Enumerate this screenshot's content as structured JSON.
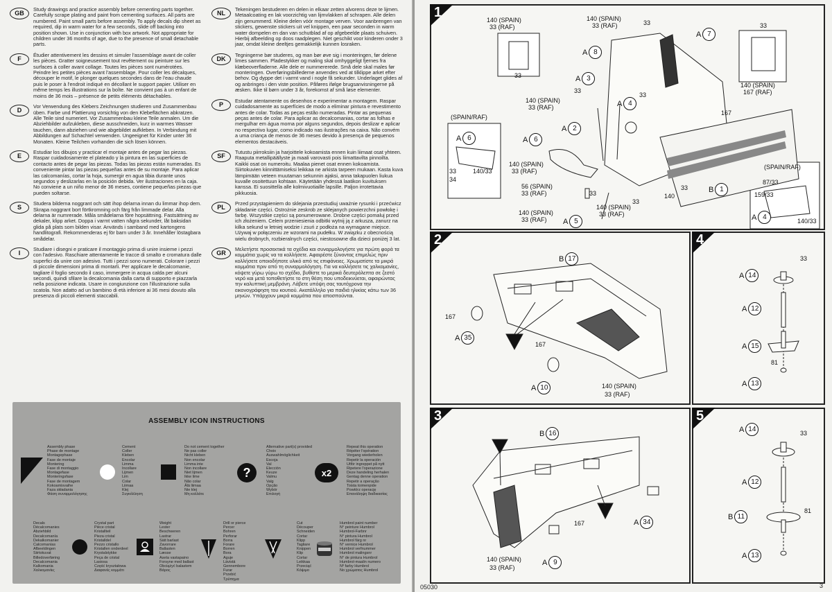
{
  "instructions": [
    {
      "code": "GB",
      "text": "Study drawings and practice assembly before cementing parts together. Carefully scrape plating and paint from cementing surfaces. All parts are numbered. Paint small parts before assembly. To apply decals dip sheet as required, dip in warm water for a few seconds, slide off backing into position shown. Use in conjunction with box artwork. Not appropriate for children under 36 months of age, due to the presence of small detachable parts."
    },
    {
      "code": "F",
      "text": "Étudier attentivement les dessins et simuler l'assemblage avant de coller les pièces. Gratter soigneusement tout revêtement ou peinture sur les surfaces à coller avant collage. Toutes les pièces sont numérotées. Peindre les petites pièces avant l'assemblage. Pour coller les décalques, découper le motif, le plonger quelques secondes dans de l'eau chaude puis le poser à l'endroit indiqué en décollant le support papier. Utiliser en même temps les illustrations sur la boîte. Ne convient pas à un enfant de moins de 36 mois – présence de petits éléments détachables."
    },
    {
      "code": "D",
      "text": "Vor Verwendung des Klebers Zeichnungen studieren und Zusammenbau üben. Farbe und Plattierung vorsichtig von den Klebeflächen abkratzen. Alle Teile sind numeriert. Vor Zusammenbau kleine Teile anmalen. Um die Abziehbilder aufzukleben, diese ausschneiden, kurz in warmes Wasser tauchen, dann abziehen und wie abgebildet aufkleben. In Verbindung mit Abbildungen auf Schachtel verwenden. Ungeeignet für Kinder unter 36 Monaten. Kleine Teilchen vorhanden die sich lösen können."
    },
    {
      "code": "E",
      "text": "Estudiar los dibujos y practicar el montaje antes de pegar las piezas. Raspar cuidadosamente el plateado y la pintura en las superficies de contacto antes de pegar las piezas. Todas las piezas están numeradas. Es conveniente pintar las piezas pequeñas antes de su montaje. Para aplicar las calcomanías, cortar la hoja, sumergir en agua tibia durante unos segundos y deslizarlas en la posición debida. Ver ilustraciones en la caja. No conviene a un niño menor de 36 meses, contiene pequeñas piezas que pueden soltarse."
    },
    {
      "code": "S",
      "text": "Studera bilderna noggrant och sätt ihop delarna innan du limmar ihop dem. Skrapa noggrant bort förtkromning och färg från limmade delar. Alla delarna är numrerade. Måla smådelarna före hopsättning. Fastsättning av dekaler, klipp arket. Doppa i varmt vatten några sekunder, låt baksidan glida på plats som bilden visar. Används i samband med kartongens handlitografi. Rekommenderas ej för barn under 3 år. Innehåller löstagbara smådelar."
    },
    {
      "code": "I",
      "text": "Studiare i disegni e praticare il montaggio prima di unire insieme i pezzi con l'adesivo. Raschiare attentamente le tracce di smalto e cromatura dalle superfici da unire con adesivo. Tutti i pezzi sono numerati. Colorare i pezzi di piccole dimensioni prima di montarli. Per applicare le decalcomanie, tagliare il foglio secondo il caso, immergere in acqua calda per alcuni secondi, quindi sfilare la decalcomania dalla carta di supporto e piazzarla nella posizione indicata. Usare in congiunzione con l'illustrazione sulla scatola. Non adatto ad un bambino di età inferiore ai 36 mesi dovuto alla presenza di piccoli elementi staccabili."
    },
    {
      "code": "NL",
      "text": "Tekeningen bestuderen en delen in elkaar zetten alvorens deze te lijmen. Metaalcoating en lak voorzichtig van lijmvlakken af schrapen. Alle delen zijn genummerd. Kleine delen vóór montage verven. Voor aanbrengen van stickers, gewenste stickers uit vel knippen, een paar seconden in warm water dompelen en dan van schutblad af op afgebeelde plaats schuiven. Hierbij afbeelding op doos raadplegen. Niet geschikt voor kinderen onder 3 jaar, omdat kleine deeltjes gemakkelijk kunnen losraken."
    },
    {
      "code": "DK",
      "text": "Tegningerne bør studeres, og man bør øve sig i monteringen, før delene limes sammen. Pladestykker og maling skal omhyggeligt fjernes fra klæbeoverfladerne. Alle dele er nummererede. Små dele skal males før monteringen. Overføringsbillederne anvendes ved at tilklippe arket efter behov. Og dyppe det i varmt vand i nogle få sekunder. Underlaget glides af og anbringes i den viste position. Påføres ifølge brugsanvisningerne på æsken. Ikke til børn under 3 år, forekomst af små løse elementer."
    },
    {
      "code": "P",
      "text": "Estudar atentamente os desenhos e experimentar a montagem. Raspar cuidadosamente as superfícies de modo a eliminar pintura e revestimento antes de colar. Todas as peças estão numeradas. Pintar as pequenas peças antes de colar. Para aplicar as decalcomanias, cortar as folhas e mergulhar em água morna por alguns segundos, depois deslizar e aplicar no respectivo lugar, como indicado nas ilustrações na caixa. Não convém a uma criança de menos de 36 meses devido à presença de pequenos elementos destacáveis."
    },
    {
      "code": "SF",
      "text": "Tutustu piirroksiin ja harjoittele kokoamista ennen kuin liimaat osat yhteen. Raaputa metallipäällyste ja maali varovasti pois liimattavilta pinnoilta. Kaikki osat on numeroitu. Maalaa pienet osat ennen kokoamista. Siirtokuvien kiinnittämiseksi leikkaa ne arkista tarpeen mukaan. Kasta kuva lämpimään veteen muutaman sekunnin ajaksi, anna takapuolen liukua kuvalle osoitettuun kohtaan. Käytetään yhdessä laatikon kuvituksen kanssa. Ei suosittella alle kolmivuotiaille lapsille. Paljon irrotettavia pikkuosia."
    },
    {
      "code": "PL",
      "text": "Przed przystąpieniem do sklejania przestudiuj uważnie rysunki i przećwicz składanie części. Ostrożnie zeskrob ze sklejanych powierzchni powłokę i farbę. Wszystkie części są ponumerowane. Drobne części pomaluj przed ich złożeniem. Celem przeniesienia odbitki wytnij ją z arkusza, zanurz na kilka sekund w letniej wodzie i zsuń z podłoża na wymagane miejsce. Używaj w połączeniu ze wzorami na pudełku. W związku z obecnością wielu drobnych, rozbieralnych części, niestosowne dla dzieci poniżej 3 lat."
    },
    {
      "code": "GR",
      "text": "Μελετήστε προσεκτικά τα σχέδια και συναρμολογήστε για πρώτη φορά τα κομμάτια χωρίς να τα κολλήσετε. Αφαιρέστε ξύνοντας επιμελώς πριν κολλήσετε οποιοδήποτε υλικό από τις επιφάνειες. Χρωματίστε τα μικρά κομμάτια πριν από τη συναρμολόγηση. Για να κολλήσετε τις χαλκομανίες, κόψετε γύρω γύρω το σχέδιο, βυθίστε το μερικά δευτερόλεπτα σε ζεστό νερό και μετά τοποθετήστε το στη θέση που υποδεικνύεται, αφαιρώντας την καλυπτική μεμβράνη. Λάβετε υπόψη σας ταυτόχρονα την εικονογράφηση του κουτιού. Ακατάλληλο για παιδιά ηλικίας κάτω των 36 μηνών. Υπάρχουν μικρά κομμάτια που αποσπούνται."
    }
  ],
  "icon_box": {
    "title": "ASSEMBLY ICON INSTRUCTIONS",
    "row1": [
      {
        "icon": "black-triangle-icon",
        "lines": [
          "Assembly phase",
          "Phase de montage",
          "Montagephase",
          "Fase de montaje",
          "Montering",
          "Fase di montaggio",
          "Montagefase",
          "Monteringsfase",
          "Fase de montagem",
          "Kokoamisvaihe",
          "Faza składania",
          "Φάση συναρμολόγησης"
        ]
      },
      {
        "icon": "white-circle-icon",
        "lines": [
          "Cement",
          "Coller",
          "Kleben",
          "Encolar",
          "Limma",
          "Incollare",
          "Lijmen",
          "Lim",
          "Colar",
          "Liimaa",
          "Klej",
          "Συγκόλληση"
        ]
      },
      {
        "icon": "black-square-icon",
        "lines": [
          "Do not cement together",
          "Ne pas coller",
          "Nicht kleben",
          "Non encolar",
          "Limma inte",
          "Non incollare",
          "Niet lijmen",
          "Ikke lime",
          "Não colar",
          "Älä liimaa",
          "Nie klej",
          "Μη κολλάτε"
        ]
      },
      {
        "icon": "question-mark-icon",
        "lines": [
          "Alternative part(s) provided",
          "Choix",
          "Auswahlmöglichkeit",
          "Escoja",
          "Val",
          "Elección",
          "Keuze",
          "Valmu",
          "Valg",
          "Opção",
          "Wybór",
          "Επιλογή"
        ]
      },
      {
        "icon": "repeat-x2-icon",
        "label": "x2",
        "lines": [
          "Repeat this operation",
          "Répéter l'opération",
          "Vorgang wiederholen",
          "Repetir la operación",
          "Utför ingreppet på nytt",
          "Ripetere l'operazione",
          "Deze handeling herhalen",
          "Gentag denne operation",
          "Repetir a operação",
          "Toista toimenpide",
          "Powtórz operację",
          "Επανάληψη διαδικασίας"
        ]
      }
    ],
    "row2": [
      {
        "icon": "decal-icon",
        "lines": [
          "Decals",
          "Décalcomanies",
          "Abziehbild",
          "Decalcomanía",
          "Dekalkomanier",
          "Calcomanías",
          "Afbeeldingen",
          "Siirtokuvat",
          "Billedoverføring",
          "Decalcomania",
          "Kalkomania",
          "Χαλκομανίες"
        ]
      },
      {
        "icon": "crystal-part-icon",
        "lines": [
          "Crystal part",
          "Pièce cristal",
          "Kristallteil",
          "Pieza cristal",
          "Kristalldel",
          "Pezzo cristallo",
          "Kristallen onderdeel",
          "Krystalstykke",
          "Peça de cristal",
          "Lasiosa",
          "Część kryształowa",
          "Διαφανές κομμάτι"
        ]
      },
      {
        "icon": "weight-icon",
        "lines": [
          "Weight",
          "Lester",
          "Beschweren",
          "Lastrar",
          "Sätt barlast",
          "Zavorrare",
          "Ballasten",
          "Læsse",
          "Aseta vastapaino",
          "Forsyne med ballast",
          "Obciążyć balastem",
          "Βάρος"
        ]
      },
      {
        "icon": "drill-icon",
        "lines": [
          "Drill or pierce",
          "Percer",
          "Bohren",
          "Perforar",
          "Borra",
          "Forare",
          "Borren",
          "Bora",
          "Aguje",
          "Lävistä",
          "Gennembore",
          "Furar",
          "Przebić",
          "Τρύπημα"
        ]
      },
      {
        "icon": "cut-icon",
        "lines": [
          "Cut",
          "Découper",
          "Schneiden",
          "Cortar",
          "Klipp",
          "Tagliare",
          "Knippen",
          "Klip",
          "Cortar",
          "Leikkaa",
          "Przeciąć",
          "Κόψιμο"
        ]
      },
      {
        "icon": "paint-tin-icon",
        "lines": [
          "Humbrol paint number",
          "N° peinture Humbrol",
          "Humbrol-Farbnr",
          "N° pintura Humbrol",
          "Humbrol färg nr",
          "N° vernice Humbrol",
          "Humbrol verfnummer",
          "Humbrol malingsnr",
          "N° de pintura Humbrol",
          "Humbrol-maalin numero",
          "Nº farby Humbrol",
          "Νο χρώματος Humbrol"
        ]
      }
    ]
  },
  "page_numbers": {
    "left": "05030",
    "right": "3"
  },
  "steps": {
    "s1": {
      "num": "1",
      "parts": [
        "A",
        "8",
        "A",
        "7",
        "A",
        "3",
        "A",
        "4",
        "A",
        "2",
        "A",
        "6",
        "A",
        "6",
        "A",
        "5",
        "B",
        "1",
        "A",
        "4"
      ],
      "labels": {
        "l1": "140 (SPAIN)",
        "l2": "33   (RAF)",
        "l3": "33",
        "l4": "140 (SPAIN)",
        "l5": "33    (RAF)",
        "l6": "33",
        "l7": "33",
        "l8": "140 (SPAIN)",
        "l9": "167 (RAF)",
        "l10": "33",
        "l11": "140 (SPAIN)",
        "l12": "33   (RAF)",
        "l13": "33",
        "l14": "167",
        "l15": "(SPAIN/RAF)",
        "l16": "33",
        "l17": "34",
        "l18": "140/33",
        "l19": "140 (SPAIN)",
        "l20": "33   (RAF)",
        "l21": "56 (SPAIN)",
        "l22": "33 (RAF)",
        "l23": "140 (SPAIN)",
        "l24": "33   (RAF)",
        "l25": "140 (SPAIN)",
        "l26": "33   (RAF)",
        "l27": "33",
        "l28": "140",
        "l29": "33",
        "l30": "(SPAIN/RAF)",
        "l31": "87/33",
        "l32": "159/33",
        "l33": "140/33",
        "l34": "33"
      }
    },
    "s2": {
      "num": "2",
      "parts": [
        "B",
        "17",
        "A",
        "35",
        "A",
        "10"
      ],
      "labels": {
        "a": "167",
        "b": "167",
        "c": "140 (SPAIN)",
        "d": "33    (RAF)"
      }
    },
    "s3": {
      "num": "3",
      "parts": [
        "B",
        "16",
        "A",
        "34",
        "A",
        "9"
      ],
      "labels": {
        "a": "167",
        "b": "140 (SPAIN)",
        "c": "33    (RAF)"
      }
    },
    "s4": {
      "num": "4",
      "parts": [
        "A",
        "14",
        "A",
        "12",
        "A",
        "15",
        "A",
        "13"
      ],
      "labels": {
        "a": "33",
        "b": "81"
      }
    },
    "s5": {
      "num": "5",
      "parts": [
        "A",
        "14",
        "A",
        "12",
        "B",
        "11",
        "A",
        "13"
      ],
      "labels": {
        "a": "33",
        "b": "81"
      }
    }
  }
}
